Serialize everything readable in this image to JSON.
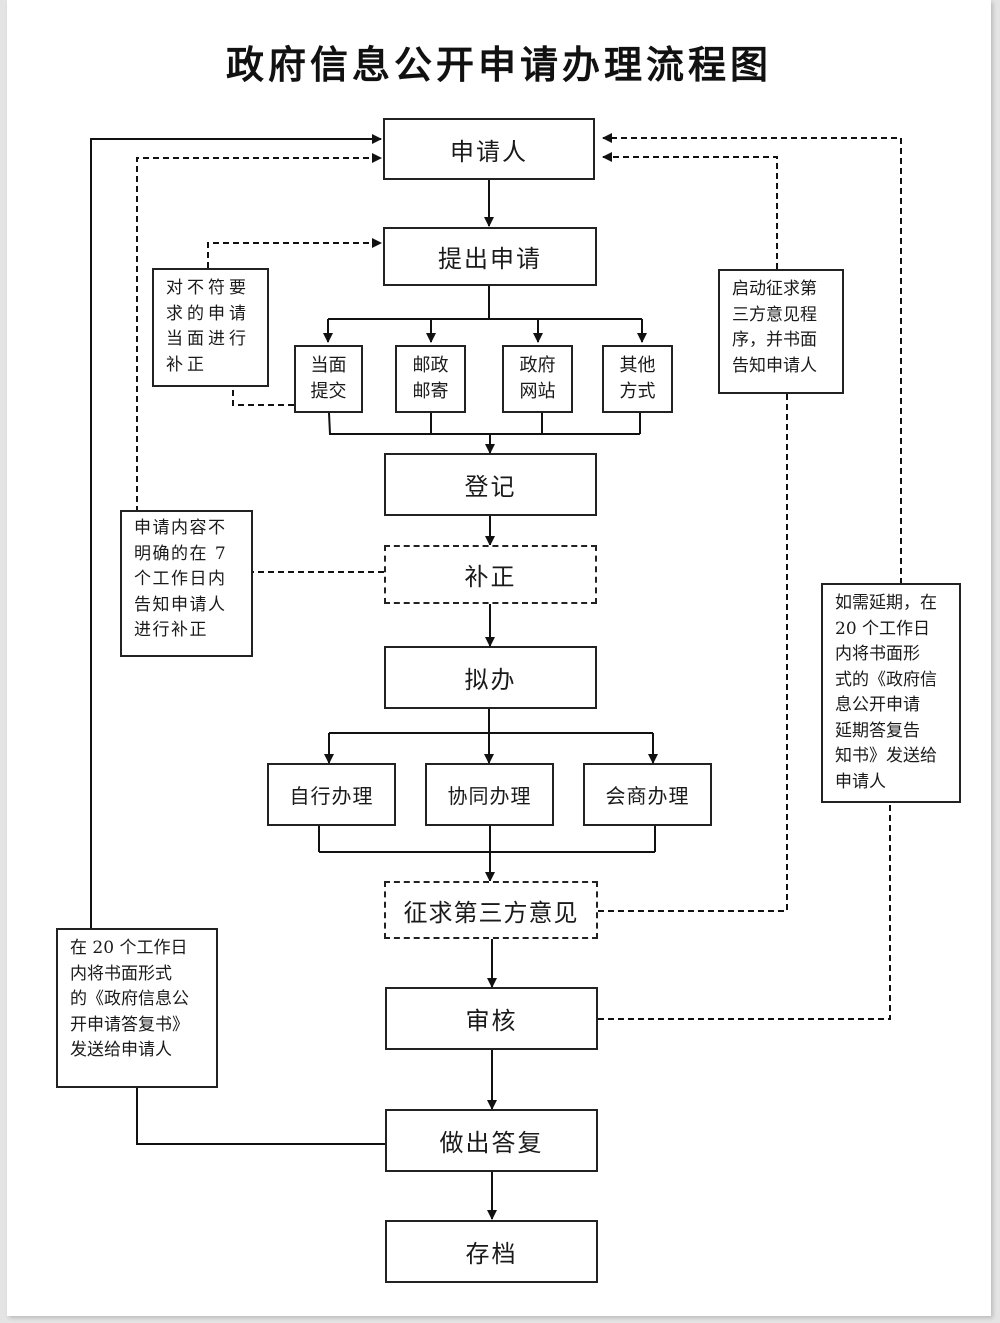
{
  "title": "政府信息公开申请办理流程图",
  "steps": {
    "applicant": "申请人",
    "submit": "提出申请",
    "register": "登记",
    "correction": "补正",
    "draft": "拟办",
    "third_party": "征求第三方意见",
    "review": "审核",
    "reply": "做出答复",
    "archive": "存档"
  },
  "channels": [
    {
      "line1": "当面",
      "line2": "提交"
    },
    {
      "line1": "邮政",
      "line2": "邮寄"
    },
    {
      "line1": "政府",
      "line2": "网站"
    },
    {
      "line1": "其他",
      "line2": "方式"
    }
  ],
  "handling": [
    "自行办理",
    "协同办理",
    "会商办理"
  ],
  "notes": {
    "face_correction": [
      "对不符要",
      "求的申请",
      "当面进行",
      "补正"
    ],
    "unclear_content": [
      "申请内容不",
      "明确的在 7",
      "个工作日内",
      "告知申请人",
      "进行补正"
    ],
    "third_party_notice": [
      "启动征求第",
      "三方意见程",
      "序，并书面",
      "告知申请人"
    ],
    "extension": [
      "如需延期，在",
      "20 个工作日",
      "内将书面形",
      "式的《政府信",
      "息公开申请",
      "延期答复告",
      "知书》发送给",
      "申请人"
    ],
    "reply_notice": [
      "在 20 个工作日",
      "内将书面形式",
      "的《政府信息公",
      "开申请答复书》",
      "发送给申请人"
    ]
  }
}
